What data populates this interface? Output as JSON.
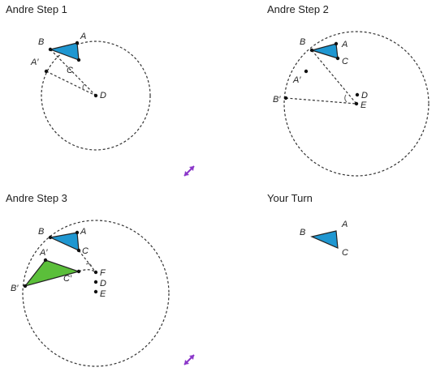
{
  "panels": {
    "step1": {
      "title": "Andre Step 1"
    },
    "step2": {
      "title": "Andre Step 2"
    },
    "step3": {
      "title": "Andre Step 3"
    },
    "your_turn": {
      "title": "Your Turn"
    }
  },
  "labels": {
    "A": "A",
    "B": "B",
    "C": "C",
    "D": "D",
    "E": "E",
    "F": "F",
    "A_prime": "A′",
    "B_prime": "B′",
    "C_prime": "C′"
  },
  "icons": {
    "expand": "expand-arrows-icon"
  },
  "colors": {
    "triangle_blue": "#1f97d1",
    "triangle_green": "#5bbf3a",
    "icon_purple": "#8a35c9",
    "dashed_line": "#333333"
  }
}
